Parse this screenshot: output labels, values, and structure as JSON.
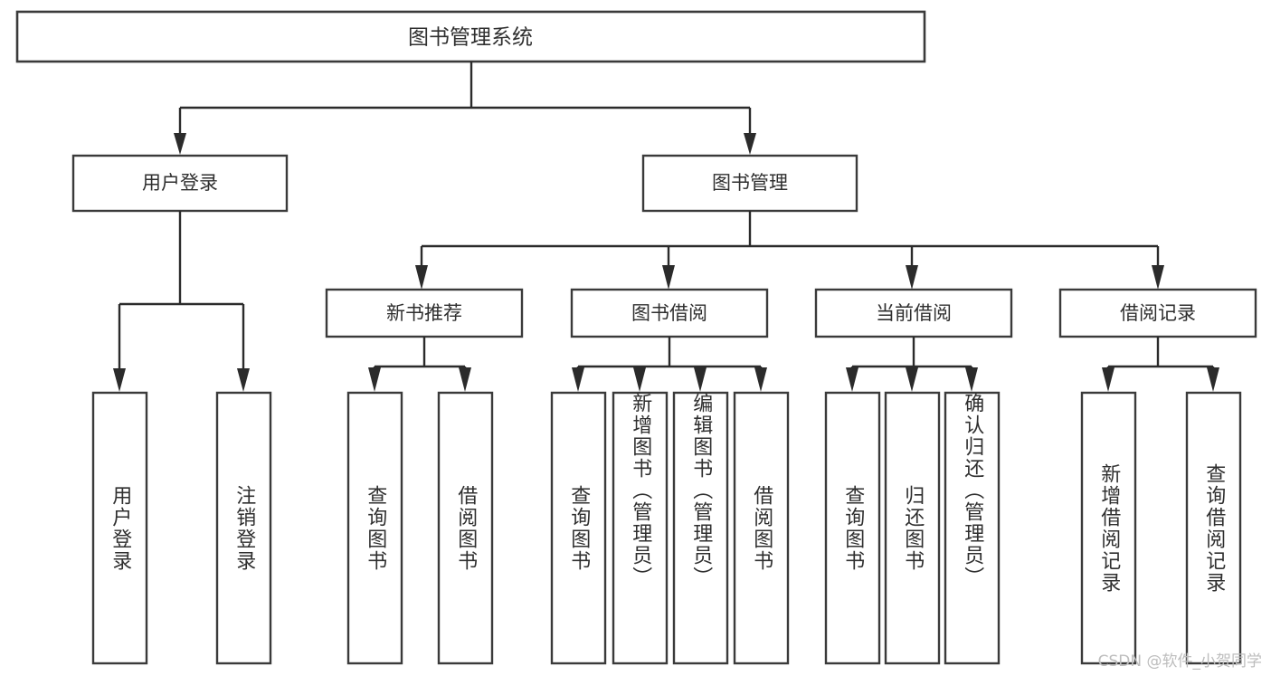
{
  "diagram": {
    "title": "图书管理系统",
    "type": "tree",
    "watermark": "CSDN @软件_小贺同学",
    "colors": {
      "box_stroke": "#3a3a3a",
      "connector": "#2b2b2b",
      "text": "#2f2f2f",
      "background": "#ffffff",
      "watermark": "#bdbdbd"
    },
    "root": {
      "label": "图书管理系统"
    },
    "level2": [
      {
        "label": "用户登录"
      },
      {
        "label": "图书管理"
      }
    ],
    "level3": [
      {
        "label": "新书推荐"
      },
      {
        "label": "图书借阅"
      },
      {
        "label": "当前借阅"
      },
      {
        "label": "借阅记录"
      }
    ],
    "leaves": {
      "user_login": [
        {
          "label": "用户登录"
        },
        {
          "label": "注销登录"
        }
      ],
      "new_book_recommend": [
        {
          "label": "查询图书"
        },
        {
          "label": "借阅图书"
        }
      ],
      "book_borrow": [
        {
          "label": "查询图书"
        },
        {
          "label": "新增图书（管理员）"
        },
        {
          "label": "编辑图书（管理员）"
        },
        {
          "label": "借阅图书"
        }
      ],
      "current_borrow": [
        {
          "label": "查询图书"
        },
        {
          "label": "归还图书"
        },
        {
          "label": "确认归还（管理员）"
        }
      ],
      "borrow_record": [
        {
          "label": "新增借阅记录"
        },
        {
          "label": "查询借阅记录"
        }
      ]
    }
  }
}
